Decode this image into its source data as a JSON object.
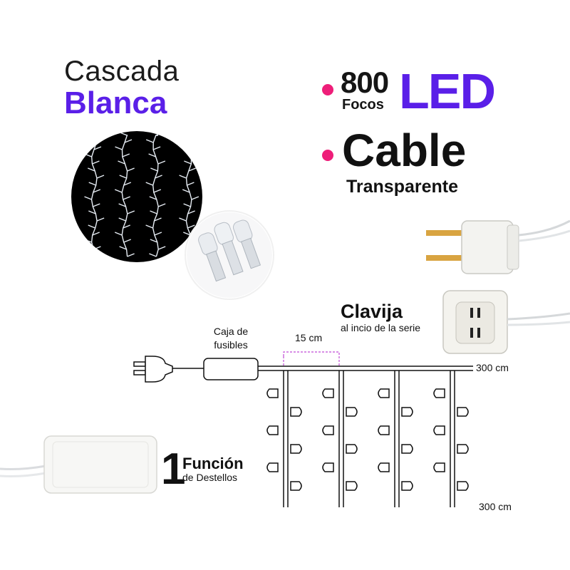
{
  "title": {
    "line1": "Cascada",
    "line2": "Blanca"
  },
  "features": {
    "count": "800",
    "count_unit": "Focos",
    "type": "LED",
    "cable": "Cable",
    "cable_detail": "Transparente"
  },
  "plug": {
    "title": "Clavija",
    "subtitle": "al incio de la serie"
  },
  "diagram": {
    "fuse_box_label": "Caja de\nfusibles",
    "spacing_label": "15 cm",
    "length_top": "300 cm",
    "length_bottom": "300 cm"
  },
  "function": {
    "number": "1",
    "label": "Función",
    "detail": "de Destellos"
  },
  "colors": {
    "accent_purple": "#5a1fe8",
    "bullet_pink": "#ee1e79",
    "photo_background": "#000000"
  }
}
